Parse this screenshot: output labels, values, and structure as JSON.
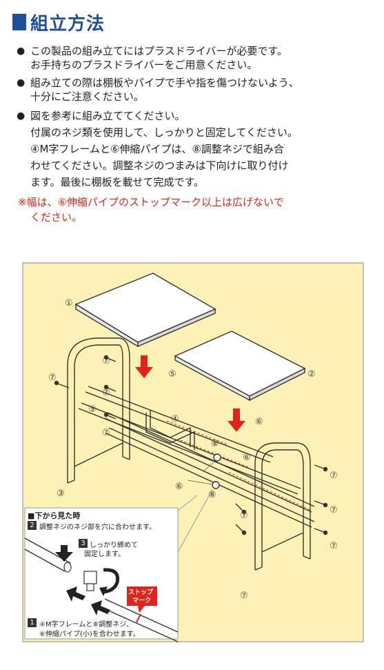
{
  "title": "組立方法",
  "notes": [
    {
      "lines": [
        "この製品の組み立てにはプラスドライバーが必要です。",
        "お手持ちのプラスドライバーをご用意ください。"
      ]
    },
    {
      "lines": [
        "組み立ての際は棚板やパイプで手や指を傷つけないよう、",
        "十分にご注意ください。"
      ]
    },
    {
      "lines": [
        "図を参考に組み立ててください。",
        "付属のネジ類を使用して、しっかりと固定してください。",
        "④M字フレームと⑥伸縮パイプは、⑧調整ネジで組み合",
        "わせてください。調整ネジのつまみは下向けに取り付け",
        "ます。最後に棚板を載せて完成です。"
      ]
    }
  ],
  "warning": {
    "lines": [
      "※幅は、⑥伸縮パイプのストップマーク以上は広げないで",
      "ください。"
    ]
  },
  "diagram": {
    "parts": {
      "p1": "①",
      "p2": "②",
      "p3": "③",
      "p4": "④",
      "p5": "⑤",
      "p6": "⑥",
      "p7": "⑦",
      "p8": "⑧"
    },
    "inset_title": "■下から見た時",
    "step2_num": "2",
    "step2": "調整ネジのネジ部を穴に合わせます。",
    "step3_num": "3",
    "step3_l1": "しっかり締めて",
    "step3_l2": "固定します。",
    "stop_mark_l1": "ストップ",
    "stop_mark_l2": "マーク",
    "step1_num": "1",
    "step1_l1": "④M字フレームと⑧調整ネジ、",
    "step1_l2": "⑥伸縮パイプ(小)を合わせます。"
  },
  "colors": {
    "accent": "#1e4f9a",
    "warning": "#e0241b",
    "panel": "#fdf2b5",
    "arrow": "#e0241b"
  }
}
